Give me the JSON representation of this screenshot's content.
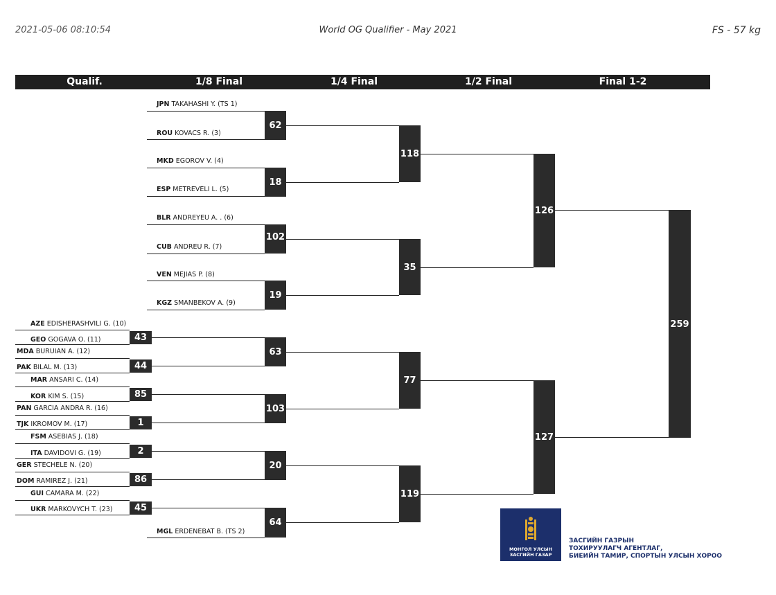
{
  "header": {
    "timestamp": "2021-05-06 08:10:54",
    "event": "World OG Qualifier - May 2021",
    "category": "FS - 57 kg"
  },
  "rounds": [
    "Qualif.",
    "1/8 Final",
    "1/4 Final",
    "1/2 Final",
    "Final 1-2"
  ],
  "wrestlers": [
    {
      "noc": "JPN",
      "name": "TAKAHASHI Y. (TS 1)"
    },
    {
      "noc": "ROU",
      "name": "KOVACS R. (3)"
    },
    {
      "noc": "MKD",
      "name": "EGOROV V. (4)"
    },
    {
      "noc": "ESP",
      "name": "METREVELI L. (5)"
    },
    {
      "noc": "BLR",
      "name": "ANDREYEU A. . (6)"
    },
    {
      "noc": "CUB",
      "name": "ANDREU R. (7)"
    },
    {
      "noc": "VEN",
      "name": "MEJIAS P. (8)"
    },
    {
      "noc": "KGZ",
      "name": "SMANBEKOV A. (9)"
    },
    {
      "noc": "AZE",
      "name": "EDISHERASHVILI G. (10)"
    },
    {
      "noc": "GEO",
      "name": "GOGAVA O. (11)"
    },
    {
      "noc": "MDA",
      "name": "BURUIAN A. (12)"
    },
    {
      "noc": "PAK",
      "name": "BILAL M. (13)"
    },
    {
      "noc": "MAR",
      "name": "ANSARI C. (14)"
    },
    {
      "noc": "KOR",
      "name": "KIM S. (15)"
    },
    {
      "noc": "PAN",
      "name": "GARCIA ANDRA R. (16)"
    },
    {
      "noc": "TJK",
      "name": "IKROMOV M. (17)"
    },
    {
      "noc": "FSM",
      "name": "ASEBIAS J. (18)"
    },
    {
      "noc": "ITA",
      "name": "DAVIDOVI G. (19)"
    },
    {
      "noc": "GER",
      "name": "STECHELE N. (20)"
    },
    {
      "noc": "DOM",
      "name": "RAMIREZ J. (21)"
    },
    {
      "noc": "GUI",
      "name": "CAMARA M. (22)"
    },
    {
      "noc": "UKR",
      "name": "MARKOVYCH T. (23)"
    },
    {
      "noc": "MGL",
      "name": "ERDENEBAT B. (TS 2)"
    }
  ],
  "bouts": {
    "qualif": [
      "43",
      "44",
      "85",
      "1",
      "2",
      "86",
      "45"
    ],
    "eighth": [
      "62",
      "18",
      "102",
      "19",
      "63",
      "103",
      "20",
      "64"
    ],
    "quarter": [
      "118",
      "35",
      "77",
      "119"
    ],
    "semi": [
      "126",
      "127"
    ],
    "final": "259"
  },
  "sponsor": {
    "logo_text": [
      "МОНГОЛ УЛСЫН",
      "ЗАСГИЙН ГАЗАР"
    ],
    "org_lines": [
      "ЗАСГИЙН ГАЗРЫН",
      "ТОХИРУУЛАГЧ АГЕНТЛАГ,",
      "БИЕИЙН ТАМИР, СПОРТЫН УЛСЫН ХОРОО"
    ],
    "logo_color": "#1c2f6b",
    "emblem_color": "#e0a82e"
  }
}
